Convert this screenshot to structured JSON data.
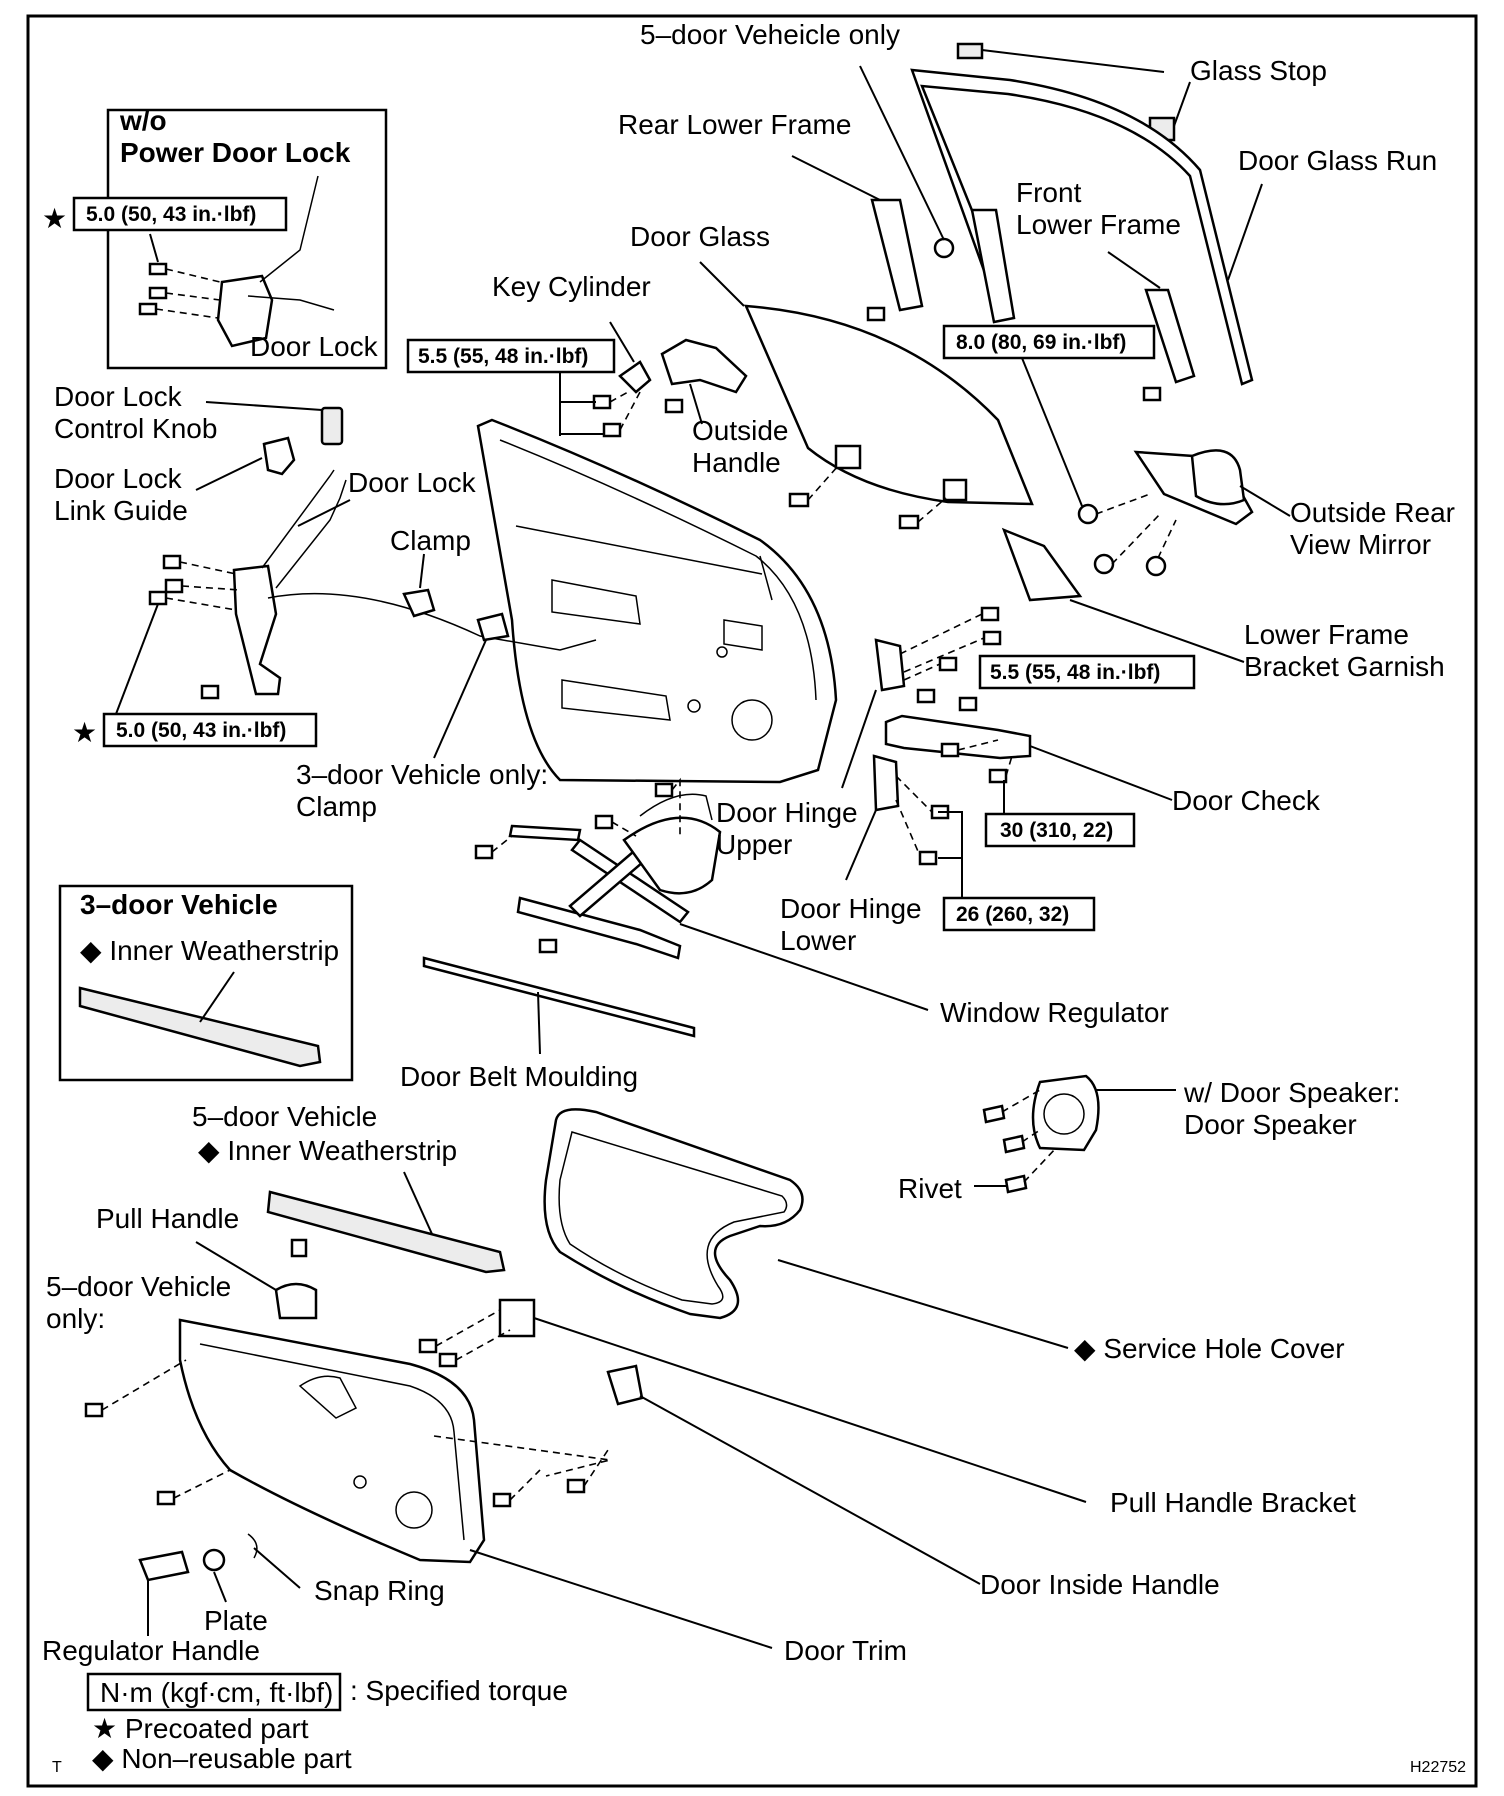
{
  "labels": {
    "five_door_only_top": "5–door Veheicle only",
    "glass_stop": "Glass Stop",
    "rear_lower_frame": "Rear Lower Frame",
    "door_glass_run": "Door Glass Run",
    "front_lower_frame_1": "Front",
    "front_lower_frame_2": "Lower Frame",
    "door_glass": "Door Glass",
    "key_cylinder": "Key Cylinder",
    "outside_handle_1": "Outside",
    "outside_handle_2": "Handle",
    "door_lock_control_knob_1": "Door Lock",
    "door_lock_control_knob_2": "Control Knob",
    "door_lock_link_guide_1": "Door Lock",
    "door_lock_link_guide_2": "Link Guide",
    "door_lock_main": "Door Lock",
    "clamp": "Clamp",
    "outside_rear_view_mirror_1": "Outside Rear",
    "outside_rear_view_mirror_2": "View Mirror",
    "lower_frame_bracket_garnish_1": "Lower Frame",
    "lower_frame_bracket_garnish_2": "Bracket Garnish",
    "three_door_clamp_1": "3–door Vehicle only:",
    "three_door_clamp_2": "Clamp",
    "door_hinge_upper_1": "Door Hinge",
    "door_hinge_upper_2": "Upper",
    "door_check": "Door Check",
    "door_hinge_lower_1": "Door Hinge",
    "door_hinge_lower_2": "Lower",
    "window_regulator": "Window Regulator",
    "door_belt_moulding": "Door Belt Moulding",
    "door_speaker_1": "w/ Door Speaker:",
    "door_speaker_2": "Door Speaker",
    "rivet": "Rivet",
    "five_door_weatherstrip_1": "5–door Vehicle",
    "five_door_weatherstrip_2": "◆ Inner Weatherstrip",
    "pull_handle": "Pull Handle",
    "five_door_only_1": "5–door Vehicle",
    "five_door_only_2": "only:",
    "service_hole_cover": "◆ Service Hole Cover",
    "pull_handle_bracket": "Pull Handle Bracket",
    "snap_ring": "Snap Ring",
    "plate": "Plate",
    "door_inside_handle": "Door Inside Handle",
    "regulator_handle": "Regulator Handle",
    "door_trim": "Door Trim"
  },
  "inset_power_lock": {
    "title_1": "w/o",
    "title_2": "Power Door Lock",
    "part": "Door Lock",
    "torque": "5.0 (50, 43 in.·lbf)"
  },
  "inset_three_door": {
    "title": "3–door Vehicle",
    "item": "◆ Inner Weatherstrip"
  },
  "torques": {
    "door_lock_lower": "5.0 (50, 43 in.·lbf)",
    "key_cylinder": "5.5 (55, 48 in.·lbf)",
    "mirror": "8.0 (80, 69 in.·lbf)",
    "hinge_upper": "5.5 (55, 48 in.·lbf)",
    "door_check": "30 (310, 22)",
    "hinge_lower": "26 (260, 32)"
  },
  "legend": {
    "torque_unit": "N·m (kgf·cm, ft·lbf)",
    "torque_desc": ": Specified torque",
    "precoated": "★ Precoated part",
    "non_reusable": "◆ Non–reusable part",
    "star": "★"
  },
  "footer": {
    "left_mark": "T",
    "figure_id": "H22752"
  }
}
